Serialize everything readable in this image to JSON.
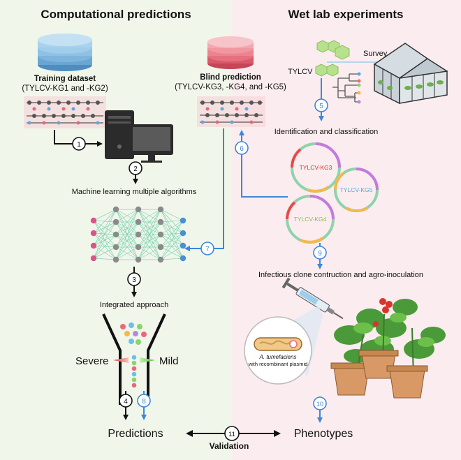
{
  "left_panel": {
    "title": "Computational predictions",
    "training": {
      "title": "Training dataset",
      "subtitle": "(TYLCV-KG1 and -KG2)"
    },
    "ml_label": "Machine learning multiple algorithms",
    "integrated_label": "Integrated approach",
    "severe_label": "Severe",
    "mild_label": "Mild",
    "predictions_label": "Predictions"
  },
  "right_panel": {
    "title": "Wet lab experiments",
    "blind": {
      "title": "Blind prediction",
      "subtitle": "(TYLCV-KG3, -KG4, and -KG5)"
    },
    "tylcv_label": "TYLCV",
    "survey_label": "Survey",
    "identification_label": "Identification and classification",
    "genomes": [
      "TYLCV-KG3",
      "TYLCV-KG5",
      "TYLCV-KG4"
    ],
    "infectious_label": "Infectious clone contruction and agro-inoculation",
    "bacterium_name": "A. tumefaciens",
    "bacterium_desc": "with recombinant plasmid",
    "phenotypes_label": "Phenotypes"
  },
  "validation_label": "Validation",
  "steps": [
    "1",
    "2",
    "3",
    "4",
    "5",
    "6",
    "7",
    "8",
    "9",
    "10",
    "11"
  ],
  "colors": {
    "left_bg": "#f1f6ea",
    "right_bg": "#fbecef",
    "black_arrow": "#111111",
    "blue_arrow": "#3f86d8",
    "db_blue": "#7fb5dc",
    "db_pink": "#e7707e",
    "kg3": "#d93434",
    "kg4": "#88c057",
    "kg5": "#58a8d8"
  }
}
